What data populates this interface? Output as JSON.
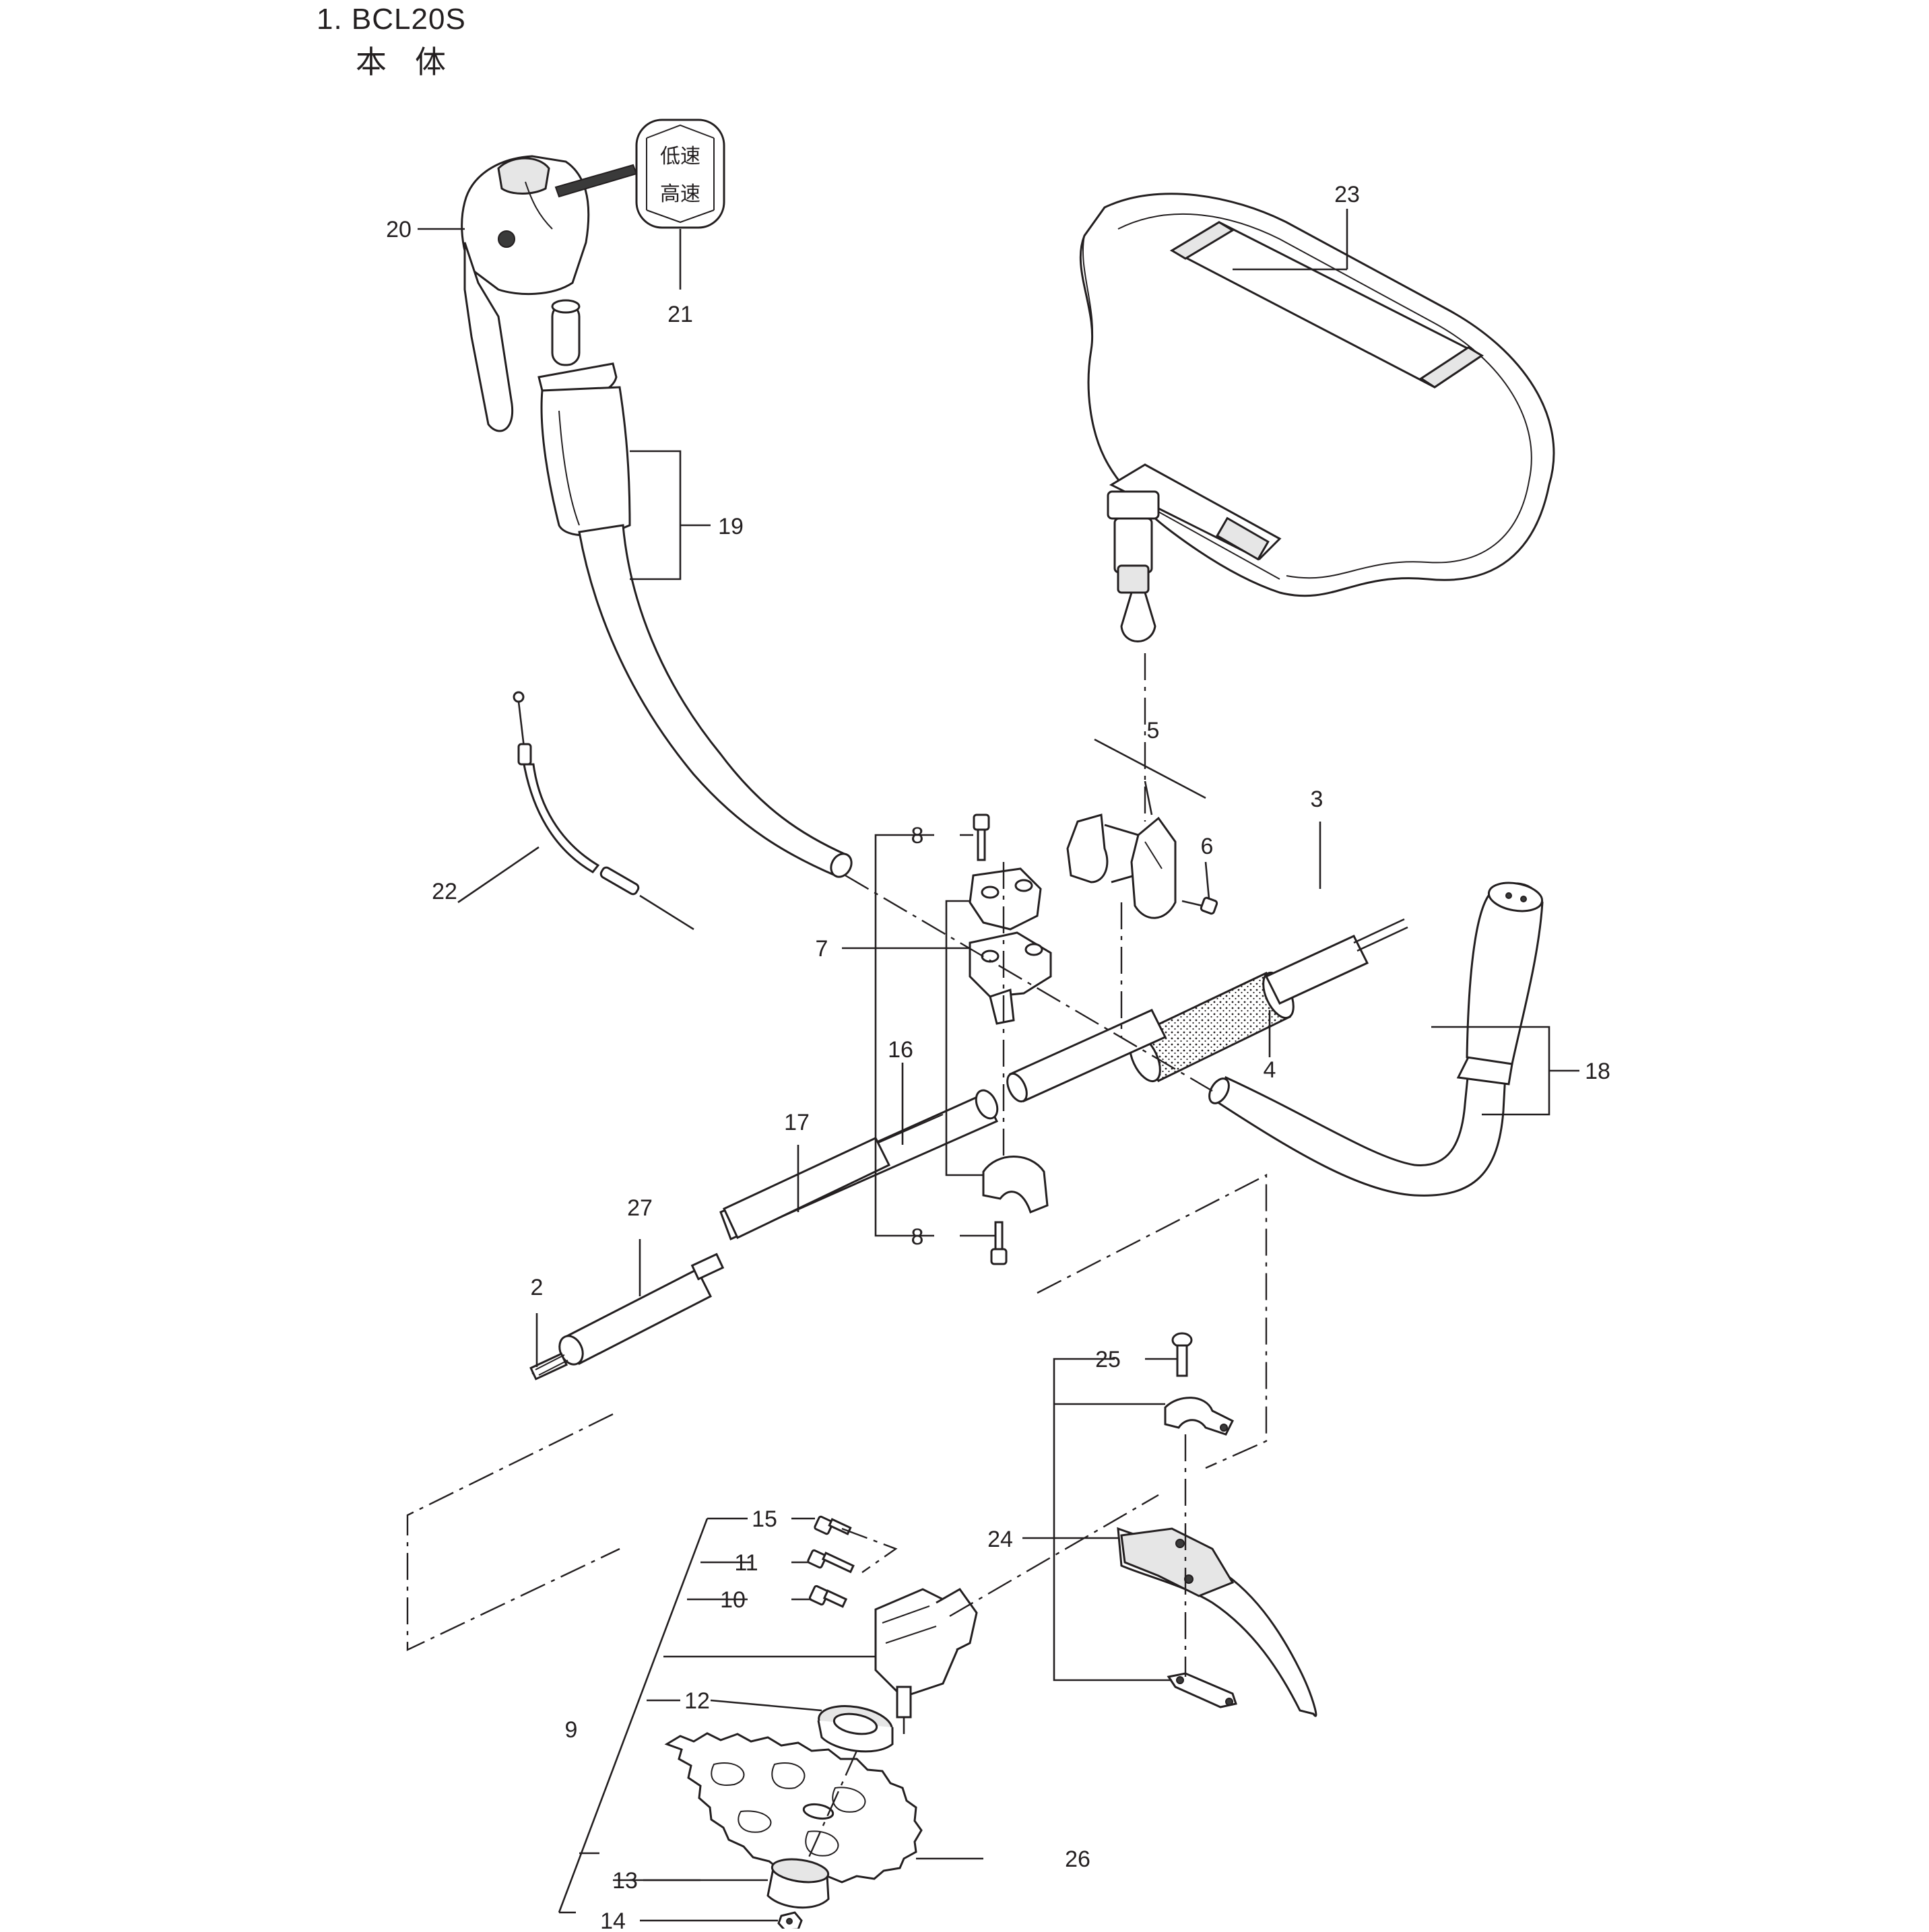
{
  "title": {
    "model": "1. BCL20S",
    "subtitle": "本体"
  },
  "decal": {
    "top_text": "低速",
    "bottom_text": "高速"
  },
  "callouts": [
    {
      "id": "c2",
      "label": "2"
    },
    {
      "id": "c3",
      "label": "3"
    },
    {
      "id": "c4",
      "label": "4"
    },
    {
      "id": "c5",
      "label": "5"
    },
    {
      "id": "c6",
      "label": "6"
    },
    {
      "id": "c7",
      "label": "7"
    },
    {
      "id": "c8a",
      "label": "8"
    },
    {
      "id": "c8b",
      "label": "8"
    },
    {
      "id": "c9",
      "label": "9"
    },
    {
      "id": "c10",
      "label": "10"
    },
    {
      "id": "c11",
      "label": "11"
    },
    {
      "id": "c12",
      "label": "12"
    },
    {
      "id": "c13",
      "label": "13"
    },
    {
      "id": "c14",
      "label": "14"
    },
    {
      "id": "c15",
      "label": "15"
    },
    {
      "id": "c16",
      "label": "16"
    },
    {
      "id": "c17",
      "label": "17"
    },
    {
      "id": "c18",
      "label": "18"
    },
    {
      "id": "c19",
      "label": "19"
    },
    {
      "id": "c20",
      "label": "20"
    },
    {
      "id": "c21",
      "label": "21"
    },
    {
      "id": "c22",
      "label": "22"
    },
    {
      "id": "c23",
      "label": "23"
    },
    {
      "id": "c24",
      "label": "24"
    },
    {
      "id": "c25",
      "label": "25"
    },
    {
      "id": "c26",
      "label": "26"
    },
    {
      "id": "c27",
      "label": "27"
    }
  ]
}
